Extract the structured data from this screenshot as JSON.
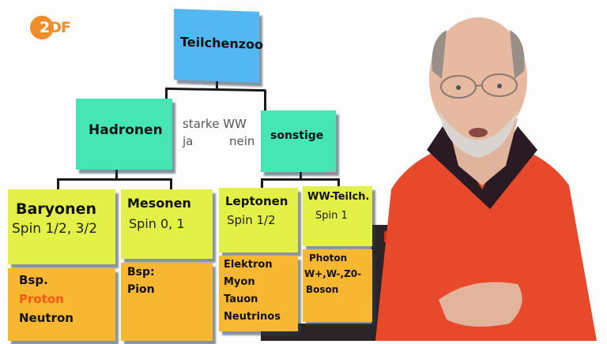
{
  "logo": {
    "text_a": "2",
    "text_b": "DF",
    "brand": "ZDF",
    "color": "#f08c2a"
  },
  "diagram": {
    "root": {
      "label": "Teilchenzoo",
      "color": "#53b8f2"
    },
    "criterion": {
      "title": "starke WW",
      "yes": "ja",
      "no": "nein"
    },
    "level1": [
      {
        "label": "Hadronen",
        "color": "#46e6b4"
      },
      {
        "label": "sonstige",
        "color": "#46e6b4"
      }
    ],
    "level2": [
      {
        "label": "Baryonen",
        "spin": "Spin 1/2, 3/2",
        "examples": [
          "Bsp.",
          "Proton",
          "Neutron"
        ],
        "highlight": "Proton"
      },
      {
        "label": "Mesonen",
        "spin": "Spin 0, 1",
        "examples": [
          "Bsp:",
          "Pion"
        ]
      },
      {
        "label": "Leptonen",
        "spin": "Spin 1/2",
        "examples": [
          "Elektron",
          "Myon",
          "Tauon",
          "Neutrinos"
        ]
      },
      {
        "label": "WW-Teilch.",
        "spin": "Spin 1",
        "examples": [
          "Photon",
          "W+,W-,Z0-",
          "Boson"
        ]
      }
    ],
    "colors": {
      "level2": "#e3f047",
      "examples": "#f8b730",
      "highlight": "#f25a1a"
    }
  },
  "scene": {
    "presenter": "man in red sweater with glasses",
    "sweater_color": "#e8492a"
  }
}
